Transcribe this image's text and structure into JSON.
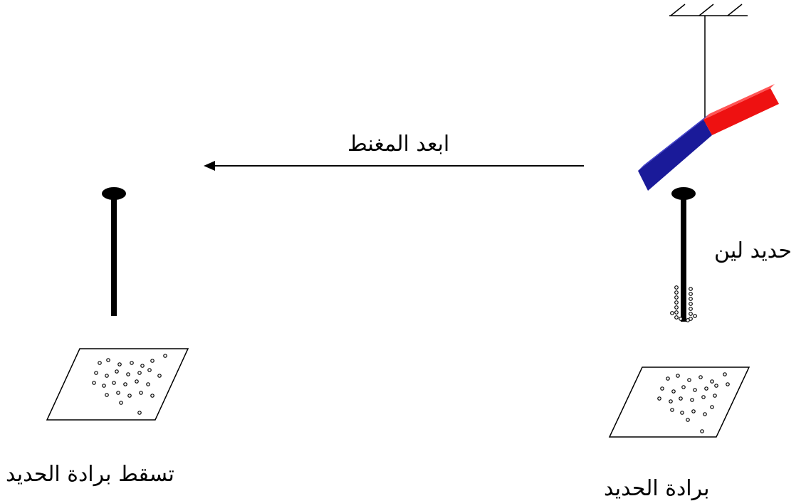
{
  "labels": {
    "move_magnet": "ابعد المغنط",
    "soft_iron": "حديد لين",
    "filings_fall": "تسقط برادة الحديد",
    "iron_filings": "برادة الحديد"
  },
  "colors": {
    "magnet_north": "#ee1111",
    "magnet_south": "#1a1a99",
    "rod": "#000000",
    "background": "#ffffff"
  }
}
